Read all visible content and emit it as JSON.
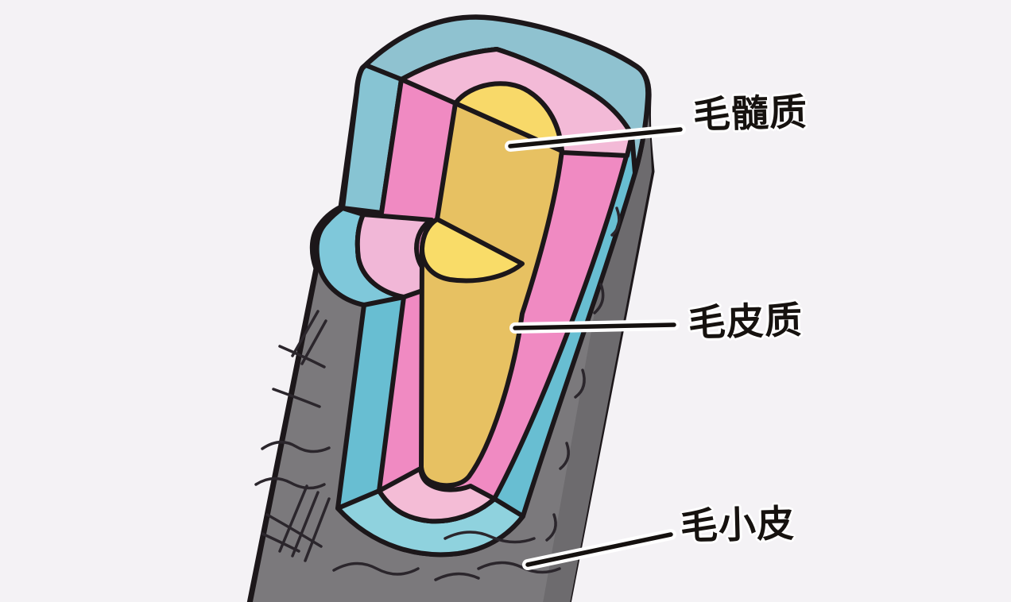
{
  "diagram": {
    "subject": "hair-shaft-cross-section-illustration",
    "labels": [
      {
        "id": "medulla",
        "text": "毛髓质",
        "points_to": "yellow-core-layer"
      },
      {
        "id": "cortex",
        "text": "毛皮质",
        "points_to": "pink-middle-layer"
      },
      {
        "id": "cuticle",
        "text": "毛小皮",
        "points_to": "gray-outer-layer"
      }
    ],
    "colors": {
      "background": "#f4f2f5",
      "cuticle_gray": "#7b797c",
      "cuticle_gray_dark": "#6d6b6e",
      "outer_layer_blue": "#68bed2",
      "outer_layer_blue_light": "#8fc2d0",
      "outer_layer_blue_bottom": "#8fd2de",
      "cortex_pink": "#f08ac2",
      "cortex_pink_light": "#f3bad7",
      "medulla_yellow": "#e7c162",
      "medulla_yellow_light": "#f8d969",
      "outline": "#1c171a",
      "leader_line": "#15110f",
      "leader_halo": "#ffffff"
    }
  }
}
